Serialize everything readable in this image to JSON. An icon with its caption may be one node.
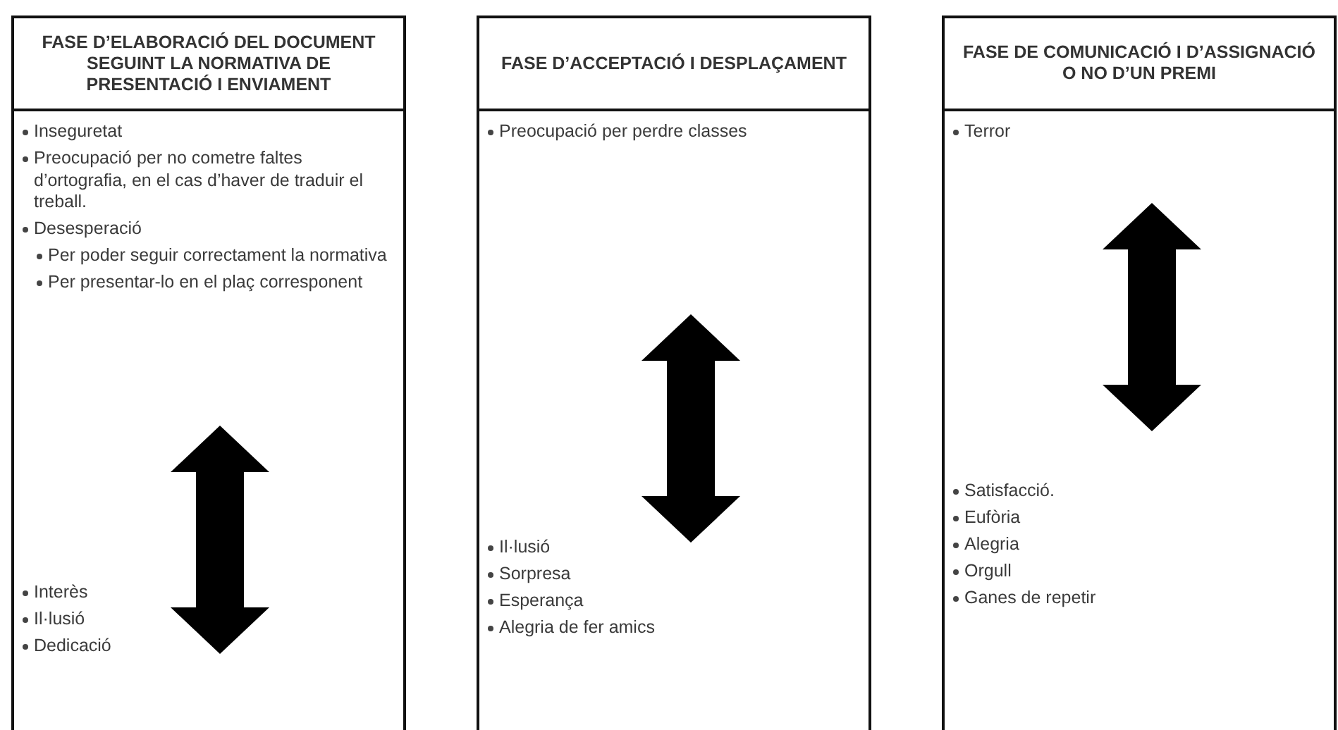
{
  "diagram": {
    "nodes": [
      {
        "text": [
          "FASE D’ELABORACIÓ DEL DOCUMENT SEGUINT LA NORMATIVA DE PRESENTACIÓ I ENVIAMENT"
        ]
      },
      {
        "text": [
          "Inseguretat",
          "Preocupació per no cometre faltes d’ortografia, en el cas d’haver de traduir el treball.",
          "Desesperació",
          "Per poder seguir correctament la normativa",
          "Per presentar-lo en el plaç corresponent",
          "Interès",
          "Il·lusió",
          "Dedicació"
        ]
      },
      {
        "text": [
          "FASE D’ACCEPTACIÓ I DESPLAÇAMENT"
        ]
      },
      {
        "text": [
          "Preocupació per perdre classes",
          "Il·lusió",
          "Sorpresa",
          "Esperança",
          "Alegria de fer amics"
        ]
      },
      {
        "text": [
          "FASE DE COMUNICACIÓ I D’ASSIGNACIÓ O NO D’UN PREMI"
        ]
      },
      {
        "text": [
          "Terror",
          "Satisfacció.",
          "Eufòria",
          "Alegria",
          "Orgull",
          "Ganes de repetir"
        ]
      }
    ]
  }
}
